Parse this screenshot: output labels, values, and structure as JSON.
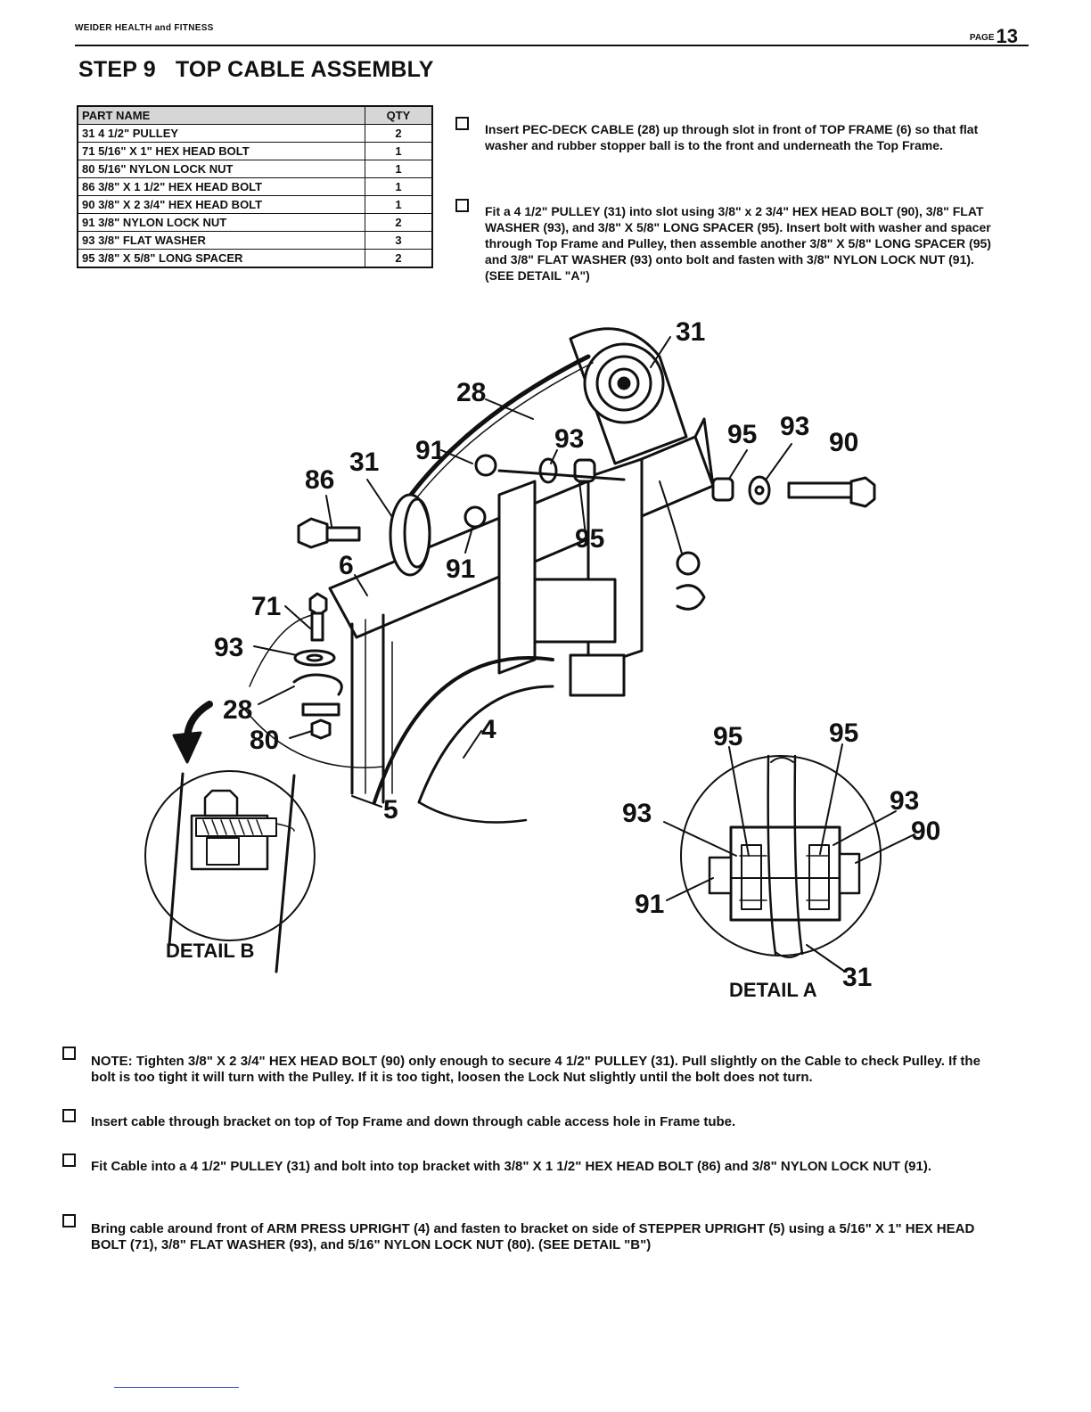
{
  "header": {
    "company": "WEIDER HEALTH and FITNESS",
    "page_word": "PAGE",
    "page_number": "13"
  },
  "step": {
    "label": "STEP 9",
    "name": "TOP CABLE ASSEMBLY"
  },
  "parts_table": {
    "headers": [
      "PART NAME",
      "QTY"
    ],
    "rows": [
      {
        "name": "31 4 1/2\" PULLEY",
        "qty": "2"
      },
      {
        "name": "71 5/16\" X 1\" HEX HEAD BOLT",
        "qty": "1"
      },
      {
        "name": "80 5/16\" NYLON LOCK NUT",
        "qty": "1"
      },
      {
        "name": "86 3/8\" X 1 1/2\" HEX HEAD BOLT",
        "qty": "1"
      },
      {
        "name": "90 3/8\" X 2 3/4\" HEX HEAD BOLT",
        "qty": "1"
      },
      {
        "name": "91 3/8\" NYLON LOCK NUT",
        "qty": "2"
      },
      {
        "name": "93 3/8\" FLAT WASHER",
        "qty": "3"
      },
      {
        "name": "95 3/8\" X 5/8\" LONG SPACER",
        "qty": "2"
      }
    ]
  },
  "instructions_top": [
    "Insert PEC-DECK CABLE (28) up through slot in front of TOP FRAME (6) so that flat washer and rubber stopper ball is to the front and underneath the Top Frame.",
    "Fit a 4 1/2\" PULLEY (31) into slot using 3/8\" x 2 3/4\" HEX HEAD BOLT (90), 3/8\" FLAT WASHER (93), and 3/8\" X 5/8\" LONG SPACER (95). Insert bolt with washer and spacer through Top Frame and Pulley, then assemble another 3/8\" X 5/8\" LONG SPACER (95) and 3/8\" FLAT WASHER (93) onto bolt and fasten with 3/8\" NYLON LOCK NUT (91). (SEE DETAIL \"A\")"
  ],
  "diagram": {
    "callouts": {
      "c31_top": "31",
      "c28": "28",
      "c86": "86",
      "c31_left": "31",
      "c91_top": "91",
      "c93_mid": "93",
      "c95_right": "95",
      "c93_right": "93",
      "c90_right": "90",
      "c95_mid": "95",
      "c91_mid": "91",
      "c6": "6",
      "c71": "71",
      "c93_left": "93",
      "c28_left": "28",
      "c80": "80",
      "c4": "4",
      "c5": "5"
    },
    "detail_a": {
      "label": "DETAIL A",
      "callouts": {
        "a95_l": "95",
        "a95_r": "95",
        "a93_l": "93",
        "a93_r": "93",
        "a90": "90",
        "a91": "91",
        "a31": "31"
      }
    },
    "detail_b": {
      "label": "DETAIL B"
    }
  },
  "instructions_bottom": [
    "NOTE: Tighten 3/8\" X 2 3/4\" HEX HEAD BOLT (90) only enough to secure 4 1/2\" PULLEY (31). Pull slightly on the Cable to check Pulley. If the bolt is too tight it will turn with the Pulley. If it is too tight, loosen the Lock Nut slightly until the bolt does not turn.",
    "Insert cable through bracket on top of Top Frame and down through cable access hole in Frame tube.",
    "Fit Cable into a 4 1/2\" PULLEY (31) and bolt into top bracket with 3/8\" X 1 1/2\" HEX HEAD BOLT (86) and 3/8\" NYLON LOCK NUT (91).",
    "Bring cable around front of ARM PRESS UPRIGHT (4) and fasten to bracket on side of STEPPER UPRIGHT (5) using a 5/16\" X 1\" HEX HEAD BOLT (71), 3/8\" FLAT WASHER (93), and 5/16\" NYLON LOCK NUT (80). (SEE DETAIL \"B\")"
  ]
}
